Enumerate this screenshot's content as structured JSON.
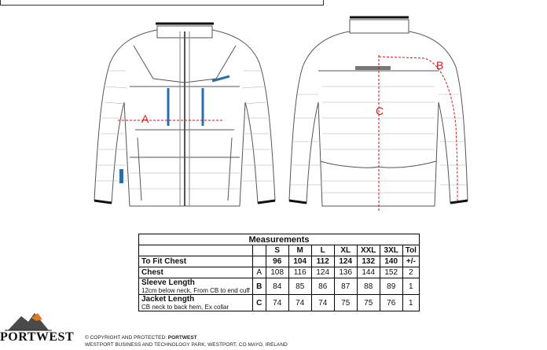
{
  "labels": {
    "a": "A",
    "b": "B",
    "c": "C"
  },
  "table": {
    "title": "Measurements",
    "sizes": [
      "S",
      "M",
      "L",
      "XL",
      "XXL",
      "3XL"
    ],
    "tol_header": "Tol",
    "fit_label": "To Fit Chest",
    "fit_values": [
      "96",
      "104",
      "112",
      "124",
      "132",
      "140"
    ],
    "tol_unit": "+/-",
    "rows": [
      {
        "name": "Chest",
        "desc": "",
        "code": "A",
        "values": [
          "108",
          "116",
          "124",
          "136",
          "144",
          "152"
        ],
        "tol": "2"
      },
      {
        "name": "Sleeve Length",
        "desc": "12cm below neck, From CB to end cuff",
        "code": "B",
        "values": [
          "84",
          "85",
          "86",
          "87",
          "88",
          "89"
        ],
        "tol": "1"
      },
      {
        "name": "Jacket Length",
        "desc": "CB neck to back hem, Ex collar",
        "code": "C",
        "values": [
          "74",
          "74",
          "74",
          "75",
          "75",
          "76"
        ],
        "tol": "1"
      }
    ]
  },
  "brand": {
    "logo": "PORTWEST",
    "copyright_prefix": "© COPYRIGHT AND PROTECTED: ",
    "copyright_brand": "PORTWEST",
    "address": "WESTPORT BUSINESS AND TECHNOLOGY PARK, WESTPORT, CO MAYO, IRELAND"
  },
  "colors": {
    "measure_line": "#d11",
    "accent_zip": "#2b6fa8"
  }
}
